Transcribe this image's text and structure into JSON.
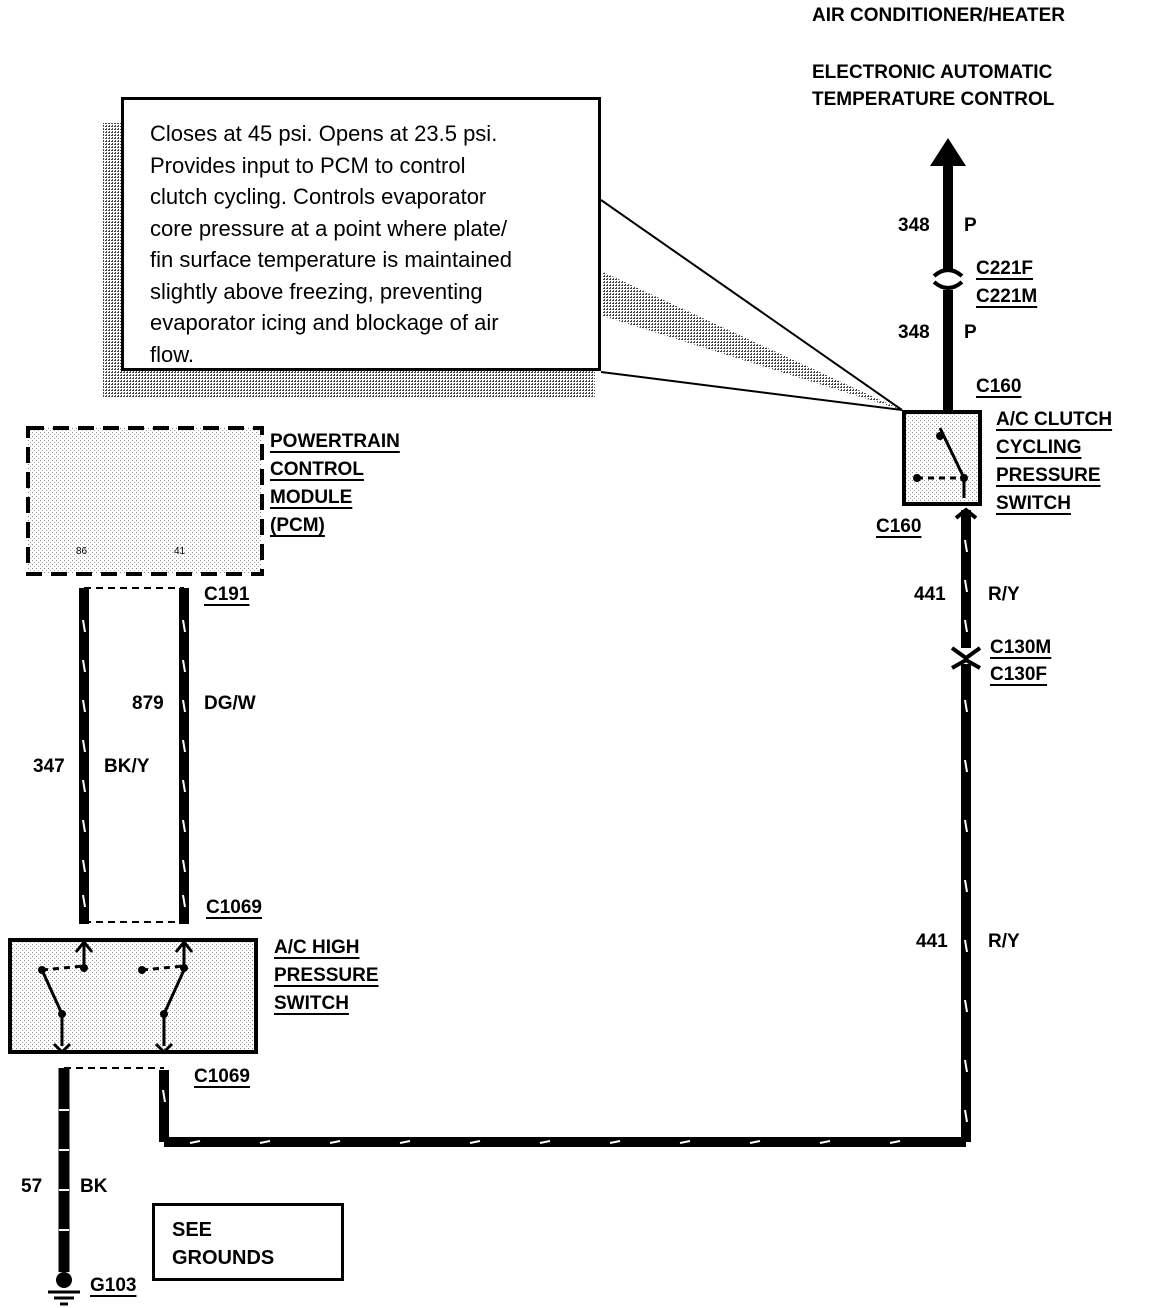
{
  "header": {
    "system": "AIR CONDITIONER/HEATER",
    "destination_line1": "ELECTRONIC AUTOMATIC",
    "destination_line2": "TEMPERATURE CONTROL"
  },
  "note": {
    "lines": [
      "Closes at 45 psi. Opens at 23.5 psi.",
      "Provides input to PCM to control",
      "clutch cycling. Controls evaporator",
      "core pressure at a point where plate/",
      "fin surface temperature is maintained",
      "slightly above freezing, preventing",
      "evaporator icing and blockage of air",
      "flow."
    ]
  },
  "components": {
    "pcm": {
      "lines": [
        "POWERTRAIN",
        "CONTROL",
        "MODULE",
        "(PCM)"
      ],
      "pin_left": "86",
      "pin_right": "41"
    },
    "cycling_switch": {
      "lines": [
        "A/C CLUTCH",
        "CYCLING",
        "PRESSURE",
        "SWITCH"
      ]
    },
    "high_pressure_switch": {
      "lines": [
        "A/C HIGH",
        "PRESSURE",
        "SWITCH"
      ]
    },
    "see_grounds": {
      "lines": [
        "SEE",
        "GROUNDS"
      ]
    }
  },
  "connectors": {
    "c221f": "C221F",
    "c221m": "C221M",
    "c160_top": "C160",
    "c160_bottom": "C160",
    "c130m": "C130M",
    "c130f": "C130F",
    "c191": "C191",
    "c1069_top": "C1069",
    "c1069_bottom": "C1069",
    "g103": "G103"
  },
  "wires": {
    "w348_upper": {
      "circuit": "348",
      "color": "P"
    },
    "w348_lower": {
      "circuit": "348",
      "color": "P"
    },
    "w441_upper": {
      "circuit": "441",
      "color": "R/Y"
    },
    "w441_lower": {
      "circuit": "441",
      "color": "R/Y"
    },
    "w879": {
      "circuit": "879",
      "color": "DG/W"
    },
    "w347": {
      "circuit": "347",
      "color": "BK/Y"
    },
    "w57": {
      "circuit": "57",
      "color": "BK"
    }
  }
}
